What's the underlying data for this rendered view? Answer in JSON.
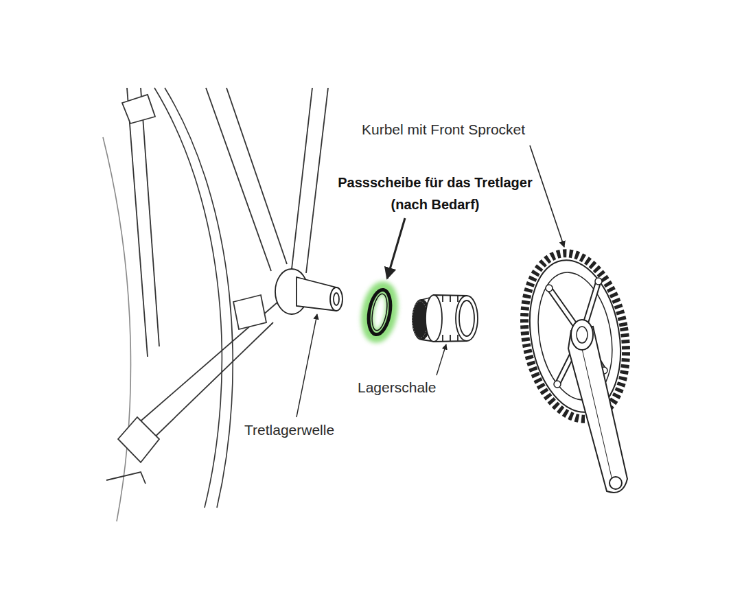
{
  "diagram": {
    "labels": [
      "Kurbel mit Front Sprocket",
      "Passscheibe für das Tretlager (nach Bedarf)",
      "Lagerschale",
      "Tretlagerwelle"
    ]
  }
}
